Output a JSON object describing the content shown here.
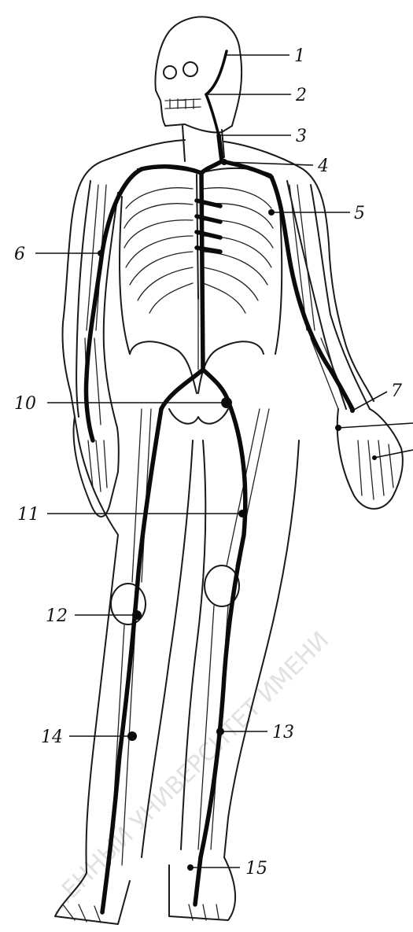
{
  "figure": {
    "labels": [
      {
        "id": "label-1",
        "text": "1"
      },
      {
        "id": "label-2",
        "text": "2"
      },
      {
        "id": "label-3",
        "text": "3"
      },
      {
        "id": "label-4",
        "text": "4"
      },
      {
        "id": "label-5",
        "text": "5"
      },
      {
        "id": "label-6",
        "text": "6"
      },
      {
        "id": "label-7",
        "text": "7"
      },
      {
        "id": "label-8",
        "text": ""
      },
      {
        "id": "label-9",
        "text": ""
      },
      {
        "id": "label-10",
        "text": "10"
      },
      {
        "id": "label-11",
        "text": "11"
      },
      {
        "id": "label-12",
        "text": "12"
      },
      {
        "id": "label-13",
        "text": "13"
      },
      {
        "id": "label-14",
        "text": "14"
      },
      {
        "id": "label-15",
        "text": "15"
      }
    ],
    "watermark": "…ЕННЫЙ УНИВЕРСИТЕТ ИМЕНИ"
  },
  "colors": {
    "ink": "#0b0b0b",
    "paper": "#ffffff",
    "watermark": "#c9c9c9"
  }
}
